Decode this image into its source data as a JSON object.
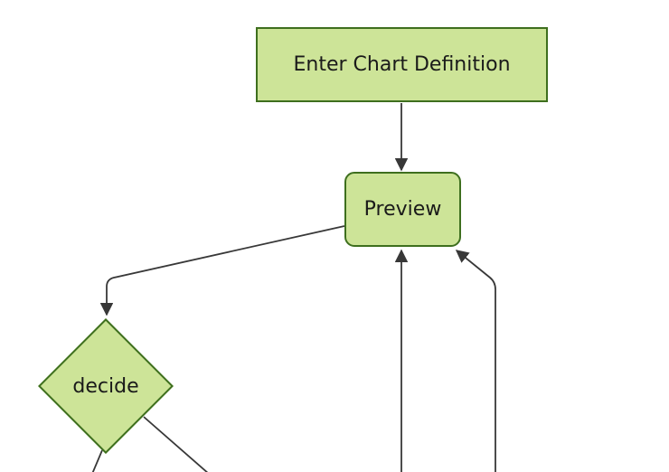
{
  "diagram": {
    "type": "flowchart",
    "nodes": {
      "enter_chart_definition": {
        "label": "Enter Chart Definition",
        "shape": "rectangle"
      },
      "preview": {
        "label": "Preview",
        "shape": "rounded-rectangle"
      },
      "decide": {
        "label": "decide",
        "shape": "diamond"
      }
    },
    "edges": [
      {
        "from": "enter_chart_definition",
        "to": "preview",
        "arrowhead": true
      },
      {
        "from": "preview",
        "to": "decide",
        "arrowhead": true
      },
      {
        "from": "offscreen_bottom_left_of_center",
        "to": "preview",
        "arrowhead": true
      },
      {
        "from": "offscreen_bottom_right_of_center",
        "to": "preview",
        "arrowhead": true
      },
      {
        "from": "decide",
        "to": "offscreen_bottom_1",
        "arrowhead": false
      },
      {
        "from": "decide",
        "to": "offscreen_bottom_2",
        "arrowhead": false
      }
    ],
    "colors": {
      "background": "#ffffff",
      "node_fill": "#cde498",
      "node_border": "#3e6f1e",
      "edge_line": "#383838",
      "text": "#1a1a1a"
    }
  }
}
